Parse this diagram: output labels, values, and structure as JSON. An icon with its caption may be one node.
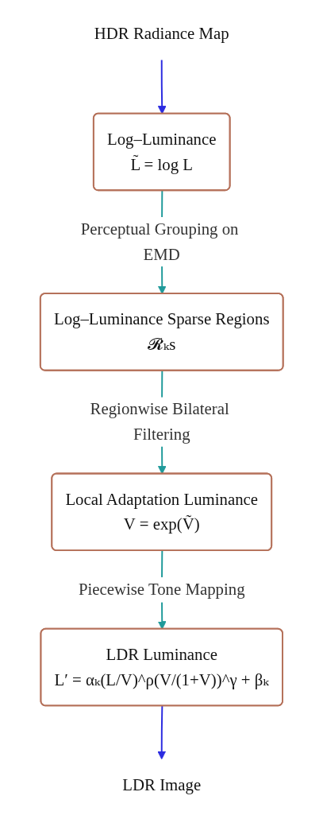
{
  "diagram": {
    "nodes": [
      {
        "text": [
          "HDR Radiance Map"
        ]
      },
      {
        "text": [
          "Log–Luminance",
          "L̃ = log L"
        ]
      },
      {
        "text": [
          "Log–Luminance Sparse Regions",
          "𝓡ₖs"
        ]
      },
      {
        "text": [
          "Local Adaptation Luminance",
          "V = exp(Ṽ)"
        ]
      },
      {
        "text": [
          "LDR Luminance",
          "L′ = αₖ(L/V)^ρ(V/(1+V))^γ + βₖ"
        ]
      },
      {
        "text": [
          "LDR Image"
        ]
      }
    ],
    "edges": [
      {
        "from": 0,
        "to": 1,
        "arrow": "to",
        "color": "#2b2be0"
      },
      {
        "from": 1,
        "to": 2,
        "arrow": "to",
        "label": "Perceptual Grouping on EMD"
      },
      {
        "from": 2,
        "to": 3,
        "arrow": "to",
        "label": "Regionwise Bilateral Filtering"
      },
      {
        "from": 3,
        "to": 4,
        "arrow": "to",
        "label": "Piecewise Tone Mapping"
      },
      {
        "from": 4,
        "to": 5,
        "arrow": "to",
        "color": "#2b2be0"
      }
    ]
  }
}
